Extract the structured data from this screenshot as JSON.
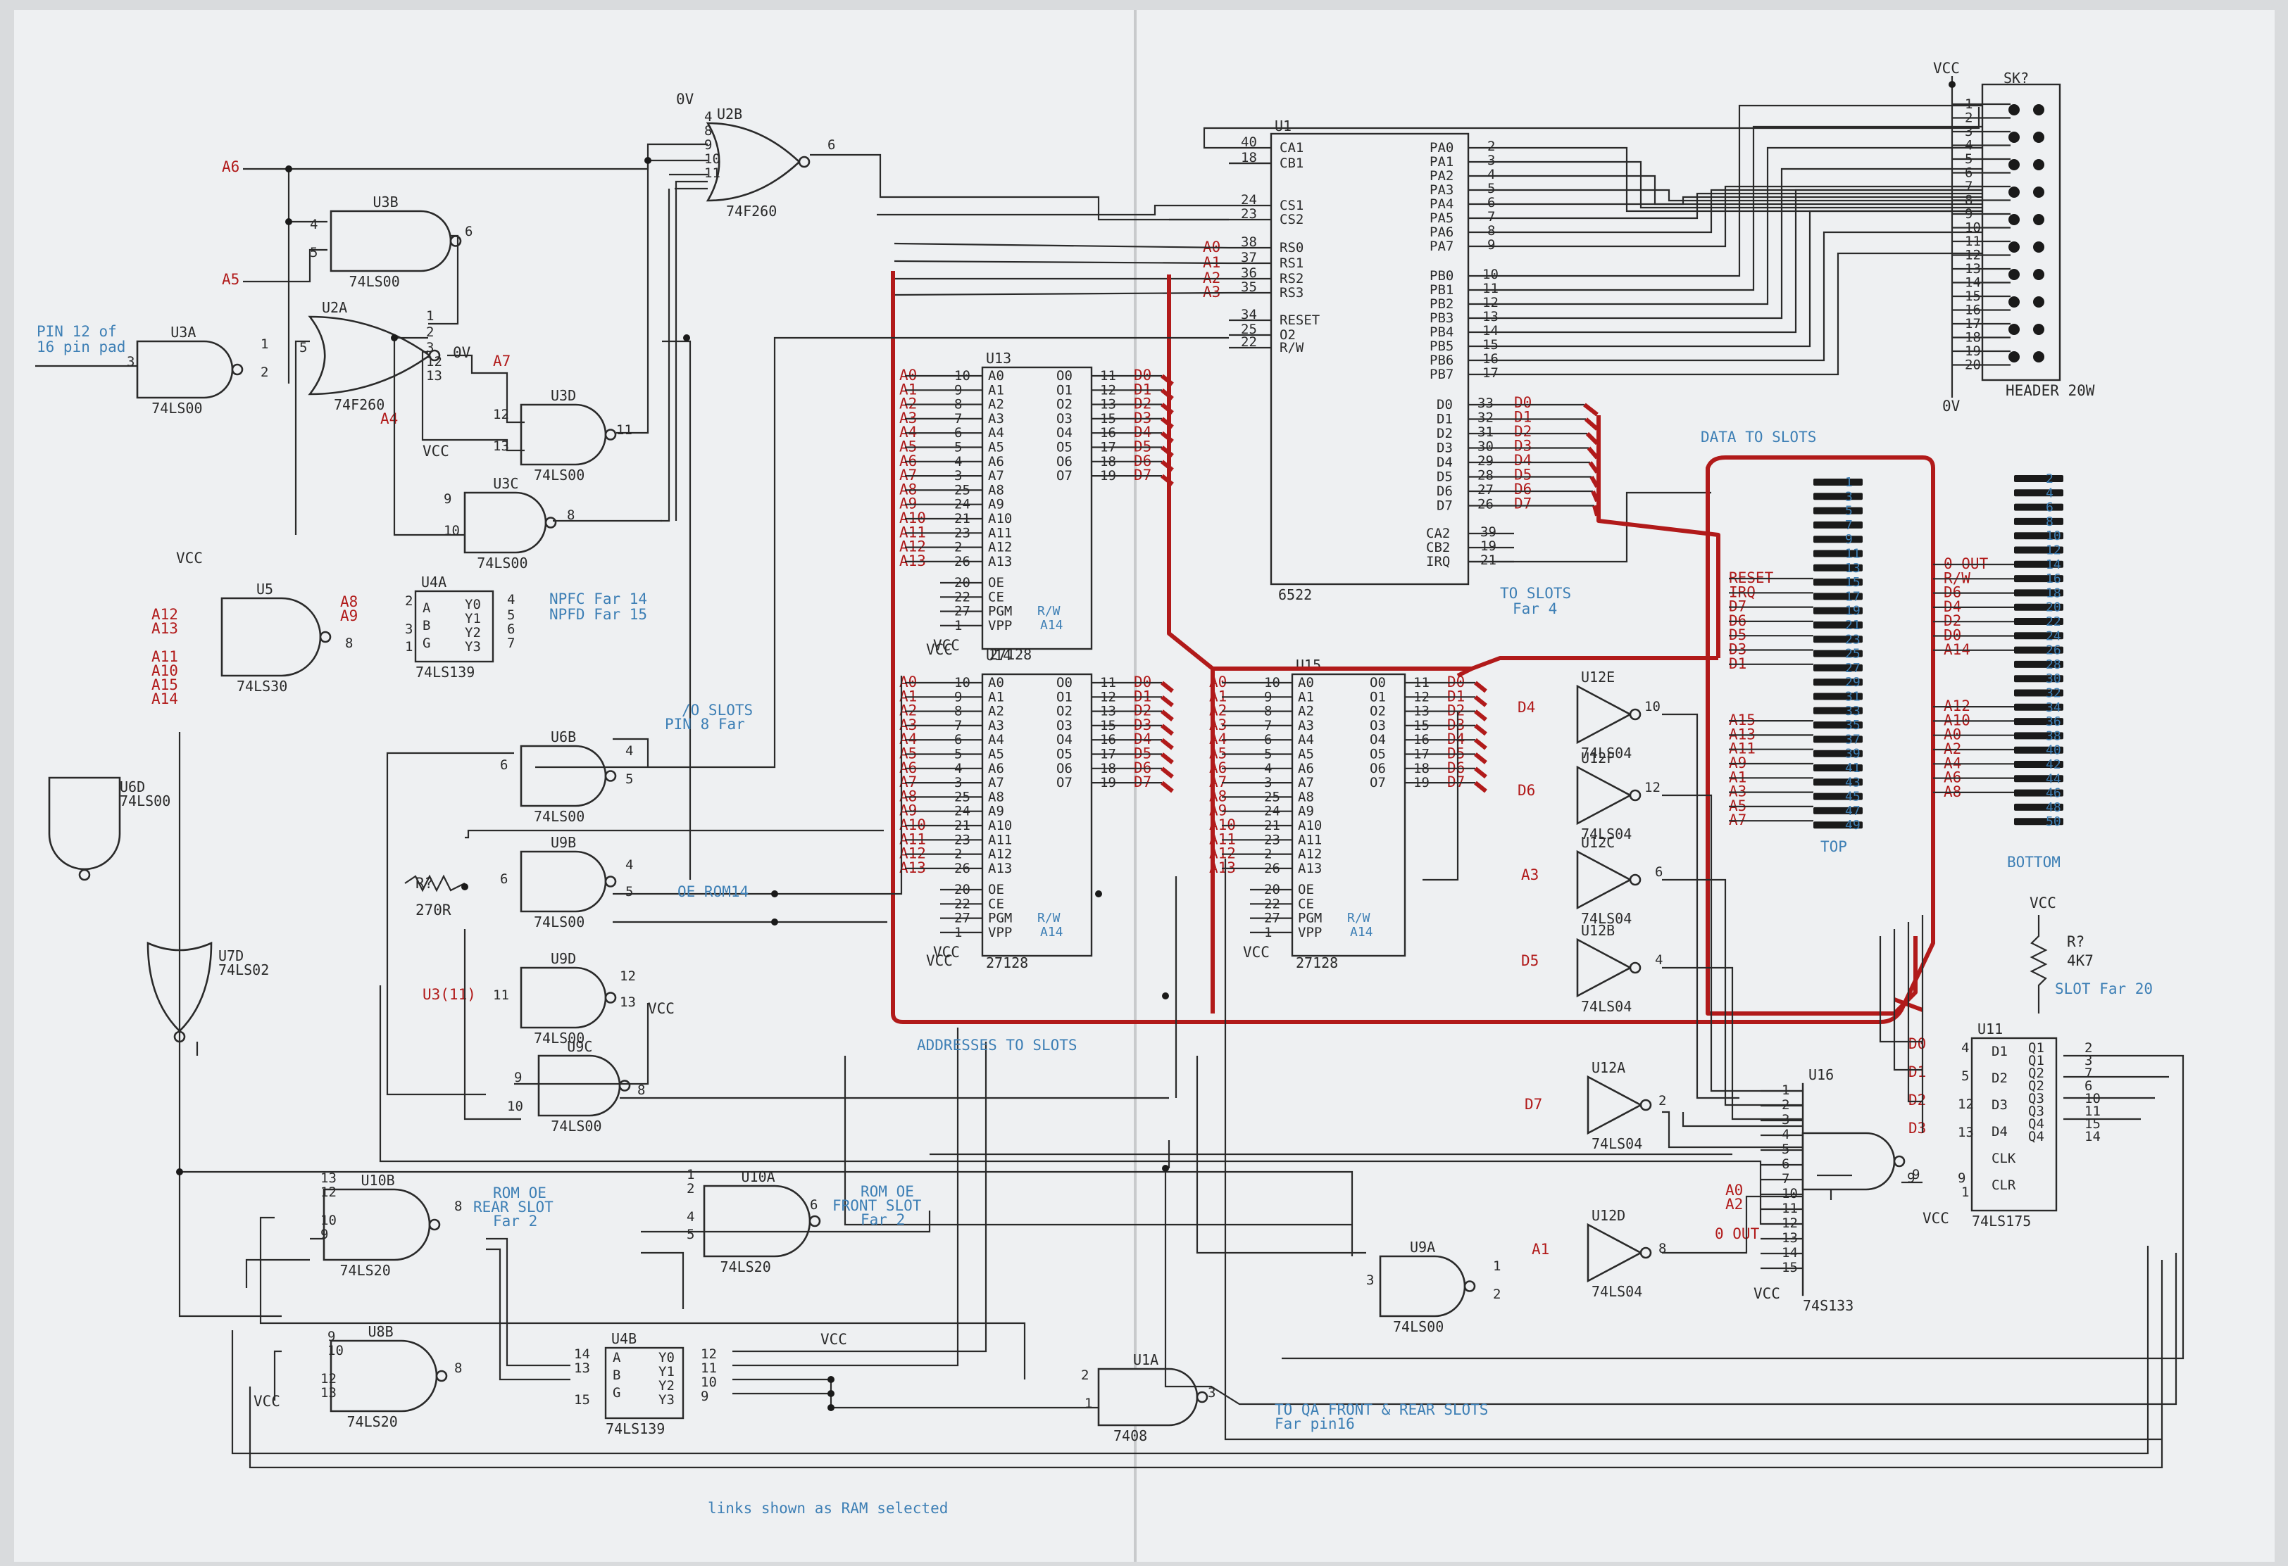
{
  "title": "",
  "notes": {
    "links": "links shown as RAM selected",
    "addresses": "ADDRESSES TO SLOTS",
    "data": "DATA TO SLOTS",
    "to_qa": "TO QA FRONT & REAR SLOTS",
    "to_qa_pin": "Far pin16",
    "to_slots_far4": "TO SLOTS",
    "far4": "Far 4",
    "pin12": "PIN 12 of",
    "pad16": "16 pin pad",
    "npfc": "NPFC Far 14",
    "npfd": "NPFD Far 15",
    "slots_pin8a": "/O SLOTS",
    "slots_pin8b": "PIN 8 Far",
    "oe_rom14": "OE ROM14",
    "rom_oe_rear1": "ROM OE",
    "rom_oe_rear2": "REAR SLOT",
    "rom_oe_rear3": "Far 2",
    "rom_oe_front1": "ROM OE",
    "rom_oe_front2": "FRONT SLOT",
    "rom_oe_front3": "Far 2",
    "slot_far20": "SLOT Far 20",
    "top": "TOP",
    "bottom": "BOTTOM",
    "header": "HEADER 20W",
    "sk": "SK?"
  },
  "parts": {
    "u1": "U1",
    "u6522": "6522",
    "u13": "U13",
    "u14": "U14",
    "u15": "U15",
    "t27128": "27128",
    "u16": "U16",
    "t74s133": "74S133",
    "u11": "U11",
    "t74ls175": "74LS175",
    "u2a": "U2A",
    "u2b": "U2B",
    "t74f260": "74F260",
    "u3a": "U3A",
    "u3b": "U3B",
    "u3c": "U3C",
    "u3d": "U3D",
    "u9a": "U9A",
    "u9b": "U9B",
    "u9c": "U9C",
    "u9d": "U9D",
    "u6b": "U6B",
    "u6d": "U6D",
    "t74ls00": "74LS00",
    "u4a": "U4A",
    "u4b": "U4B",
    "t74ls139": "74LS139",
    "u5": "U5",
    "t74ls30": "74LS30",
    "u7d": "U7D",
    "t74ls02": "74LS02",
    "u10a": "U10A",
    "u10b": "U10B",
    "u8b": "U8B",
    "t74ls20": "74LS20",
    "u1a": "U1A",
    "t7408": "7408",
    "u12a": "U12A",
    "u12b": "U12B",
    "u12c": "U12C",
    "u12d": "U12D",
    "u12e": "U12E",
    "u12f": "U12F",
    "t74ls04": "74LS04",
    "rq": "R?",
    "r270": "270R",
    "r4k7": "4K7",
    "vcc": "VCC",
    "ov": "0V"
  },
  "rom_left_pins": [
    "A0",
    "A1",
    "A2",
    "A3",
    "A4",
    "A5",
    "A6",
    "A7",
    "A8",
    "A9",
    "A10",
    "A11",
    "A12",
    "A13"
  ],
  "rom_left_nums": [
    "10",
    "9",
    "8",
    "7",
    "6",
    "5",
    "4",
    "3",
    "25",
    "24",
    "21",
    "23",
    "2",
    "26"
  ],
  "rom_right_pins": [
    "O0",
    "O1",
    "O2",
    "O3",
    "O4",
    "O5",
    "O6",
    "O7"
  ],
  "rom_right_nums": [
    "11",
    "12",
    "13",
    "15",
    "16",
    "17",
    "18",
    "19"
  ],
  "rom_data_nets": [
    "D0",
    "D1",
    "D2",
    "D3",
    "D4",
    "D5",
    "D6",
    "D7"
  ],
  "rom_ctrl_pins": [
    "OE",
    "CE",
    "PGM",
    "VPP"
  ],
  "rom_ctrl_nums": [
    "20",
    "22",
    "27",
    "1"
  ],
  "rom_rw": "R/W",
  "rom_a14": "A14",
  "via_left": [
    "CA1",
    "CB1",
    "CS1",
    "CS2",
    "RS0",
    "RS1",
    "RS2",
    "RS3",
    "RESET",
    "O2",
    "R/W"
  ],
  "via_left_nums": [
    "40",
    "18",
    "24",
    "23",
    "38",
    "37",
    "36",
    "35",
    "34",
    "25",
    "22"
  ],
  "via_rs_nets": [
    "A0",
    "A1",
    "A2",
    "A3"
  ],
  "via_pa": [
    "PA0",
    "PA1",
    "PA2",
    "PA3",
    "PA4",
    "PA5",
    "PA6",
    "PA7"
  ],
  "via_pa_nums": [
    "2",
    "3",
    "4",
    "5",
    "6",
    "7",
    "8",
    "9"
  ],
  "via_pb": [
    "PB0",
    "PB1",
    "PB2",
    "PB3",
    "PB4",
    "PB5",
    "PB6",
    "PB7"
  ],
  "via_pb_nums": [
    "10",
    "11",
    "12",
    "13",
    "14",
    "15",
    "16",
    "17"
  ],
  "via_d": [
    "D0",
    "D1",
    "D2",
    "D3",
    "D4",
    "D5",
    "D6",
    "D7"
  ],
  "via_d_nums": [
    "33",
    "32",
    "31",
    "30",
    "29",
    "28",
    "27",
    "26"
  ],
  "via_ctl": [
    "CA2",
    "CB2",
    "IRQ"
  ],
  "via_ctl_nums": [
    "39",
    "19",
    "21"
  ],
  "header_nums": [
    "1",
    "2",
    "3",
    "4",
    "5",
    "6",
    "7",
    "8",
    "9",
    "10",
    "11",
    "12",
    "13",
    "14",
    "15",
    "16",
    "17",
    "18",
    "19",
    "20"
  ],
  "top_nums": [
    "1",
    "3",
    "5",
    "7",
    "9",
    "11",
    "13",
    "15",
    "17",
    "19",
    "21",
    "23",
    "25",
    "27",
    "29",
    "31",
    "33",
    "35",
    "37",
    "39",
    "41",
    "43",
    "45",
    "47",
    "49"
  ],
  "bottom_nums": [
    "2",
    "4",
    "6",
    "8",
    "10",
    "12",
    "14",
    "16",
    "18",
    "20",
    "22",
    "24",
    "26",
    "28",
    "30",
    "32",
    "34",
    "36",
    "38",
    "40",
    "42",
    "44",
    "46",
    "48",
    "50"
  ],
  "top_sigs": [
    "RESET",
    "IRQ",
    "D7",
    "D6",
    "D5",
    "D3",
    "D1",
    "A15",
    "A13",
    "A11",
    "A9",
    "A1",
    "A3",
    "A5",
    "A7"
  ],
  "bottom_sigs": [
    "0 OUT",
    "R/W",
    "D6",
    "D4",
    "D2",
    "D0",
    "A14",
    "A12",
    "A10",
    "A0",
    "A2",
    "A4",
    "A6",
    "A8"
  ],
  "u16_nums": [
    "1",
    "2",
    "3",
    "4",
    "5",
    "6",
    "7",
    "10",
    "11",
    "12",
    "13",
    "14",
    "15"
  ],
  "u16_nets": [
    "A0",
    "A2",
    "0 OUT"
  ],
  "u16_out": "9",
  "u11_pins": [
    "D1",
    "D2",
    "D3",
    "D4",
    "CLK",
    "CLR"
  ],
  "u11_in_nets": [
    "D0",
    "D1",
    "D2",
    "D3"
  ],
  "u11_in_nums": [
    "4",
    "5",
    "12",
    "13",
    "9",
    "1"
  ],
  "u11_q": [
    "Q1",
    "Q1",
    "Q2",
    "Q2",
    "Q3",
    "Q3",
    "Q4",
    "Q4"
  ],
  "u11_q_nums": [
    "2",
    "3",
    "7",
    "6",
    "10",
    "11",
    "15",
    "14"
  ],
  "dec_in": [
    "A",
    "B",
    "G"
  ],
  "dec_out": [
    "Y0",
    "Y1",
    "Y2",
    "Y3"
  ],
  "gate_labels": {
    "a6": "A6",
    "a5": "A5",
    "a4": "A4",
    "a7": "A7",
    "a8": "A8",
    "a9": "A9",
    "a12": "A12",
    "a13": "A13",
    "a11": "A11",
    "a10": "A10",
    "a15": "A15",
    "a14": "A14",
    "d4": "D4",
    "d6": "D6",
    "a3": "A3",
    "d5": "D5",
    "d7": "D7",
    "a1": "A1",
    "u3_11": "U3(11)",
    "u3_11_num": "11",
    "ov": "0V"
  },
  "pin_nums": {
    "p1": "1",
    "p2": "2",
    "p3": "3",
    "p4": "4",
    "p5": "5",
    "p6": "6",
    "p7": "7",
    "p8": "8",
    "p9": "9",
    "p10": "10",
    "p11": "11",
    "p12": "12",
    "p13": "13",
    "p14": "14",
    "p15": "15"
  }
}
